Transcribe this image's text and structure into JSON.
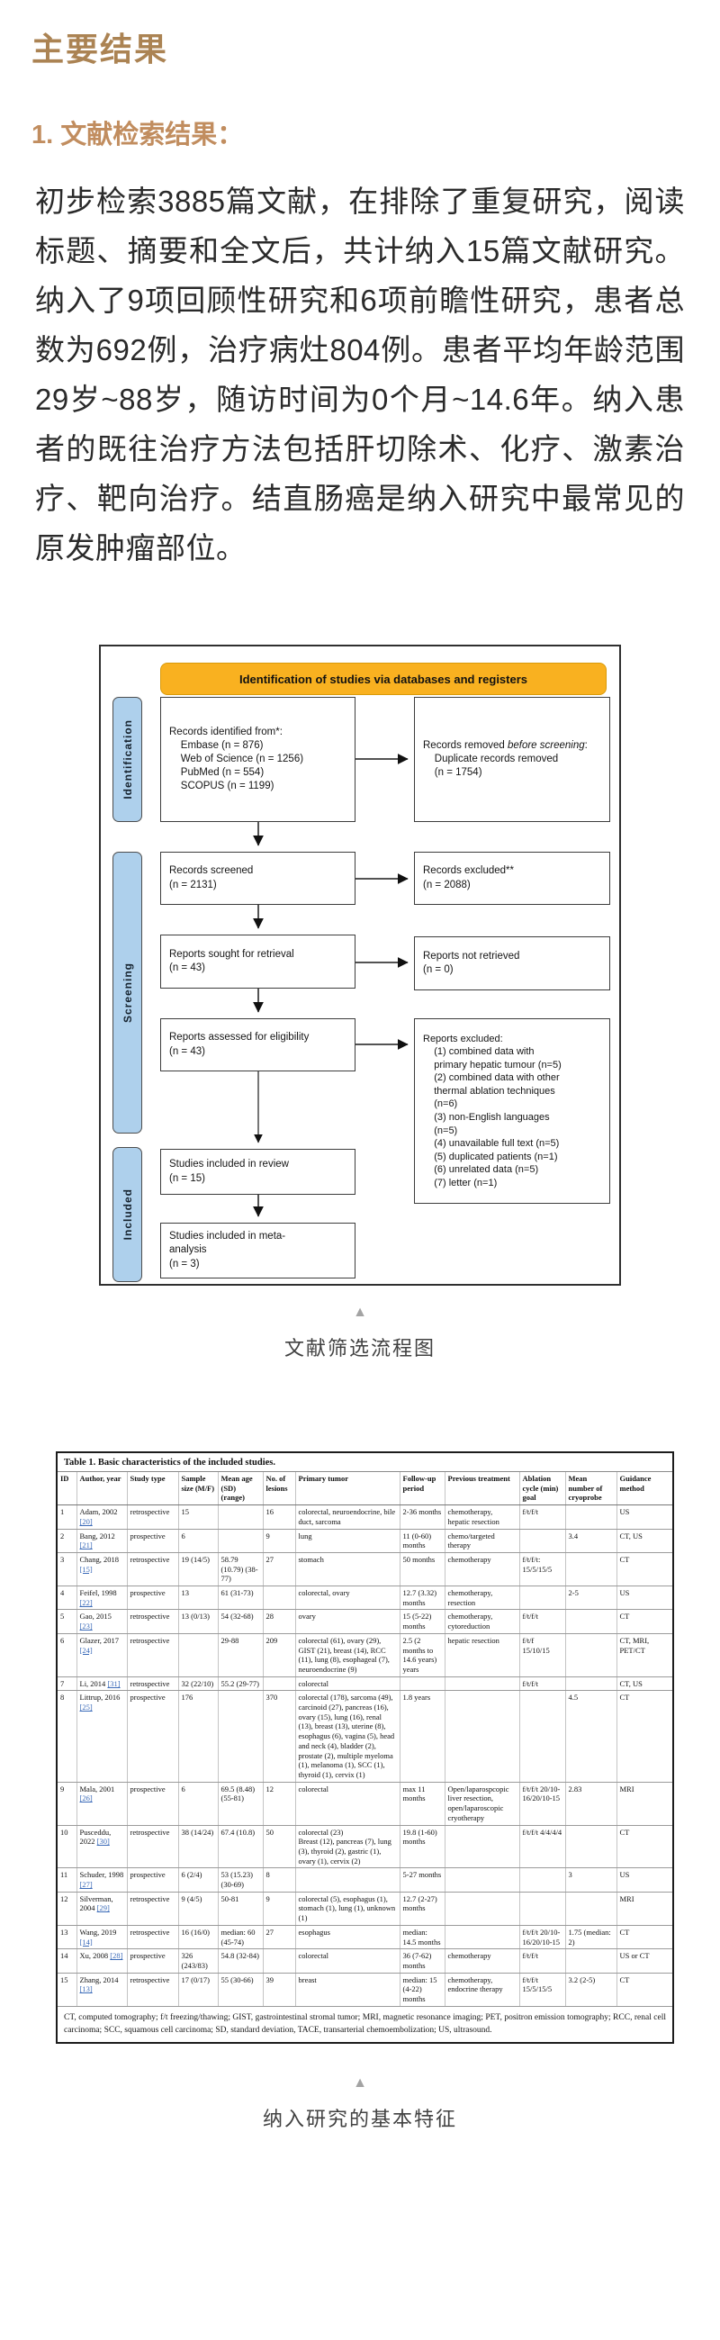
{
  "page": {
    "h1": "主要结果",
    "h2": "1. 文献检索结果：",
    "paragraph": "初步检索3885篇文献，在排除了重复研究，阅读标题、摘要和全文后，共计纳入15篇文献研究。纳入了9项回顾性研究和6项前瞻性研究，患者总数为692例，治疗病灶804例。患者平均年龄范围29岁~88岁，随访时间为0个月~14.6年。纳入患者的既往治疗方法包括肝切除术、化疗、激素治疗、靶向治疗。结直肠癌是纳入研究中最常见的原发肿瘤部位。",
    "caption_marker": "▲",
    "figure1_caption": "文献筛选流程图",
    "figure2_caption": "纳入研究的基本特征"
  },
  "colors": {
    "gold_heading": "#ab8353",
    "copper_heading": "#c18d5f",
    "prisma_orange": "#f9b120",
    "stage_blue": "#aed0ec",
    "link_blue": "#3a6ab8"
  },
  "diagram": {
    "header": "Identification of studies via databases and registers",
    "stages": [
      "Identification",
      "Screening",
      "Included"
    ],
    "records_identified": "Records identified from*:\n    Embase (n = 876)\n    Web of Science (n = 1256)\n    PubMed (n = 554)\n    SCOPUS (n = 1199)",
    "records_removed_prefix": "Records removed ",
    "records_removed_italic": "before screening",
    "records_removed_rest": ":\n    Duplicate records removed\n    (n = 1754)",
    "records_screened": "Records screened\n(n = 2131)",
    "records_excluded": "Records excluded**\n(n = 2088)",
    "reports_sought": "Reports sought for retrieval\n(n = 43)",
    "reports_not_retrieved": "Reports not retrieved\n(n = 0)",
    "reports_assessed": "Reports assessed for eligibility\n(n = 43)",
    "reports_excluded": "Reports excluded:\n    (1) combined data with\n    primary hepatic tumour (n=5)\n    (2) combined data with other\n    thermal ablation techniques\n    (n=6)\n    (3) non-English languages\n    (n=5)\n    (4) unavailable full text (n=5)\n    (5) duplicated patients (n=1)\n    (6) unrelated data (n=5)\n    (7) letter (n=1)",
    "studies_review": "Studies included in review\n(n = 15)",
    "studies_meta": "Studies included in meta-\nanalysis\n(n = 3)"
  },
  "table": {
    "title": "Table 1.  Basic characteristics of the included studies.",
    "columns": [
      "ID",
      "Author, year",
      "Study type",
      "Sample size (M/F)",
      "Mean age (SD) (range)",
      "No. of lesions",
      "Primary tumor",
      "Follow-up period",
      "Previous treatment",
      "Ablation cycle (min) goal",
      "Mean number of cryoprobe",
      "Guidance method"
    ],
    "rows": [
      {
        "id": "1",
        "author": "Adam, 2002",
        "ref": "[20]",
        "study_type": "retrospective",
        "sample": "15",
        "age": "",
        "lesions": "16",
        "tumor": "colorectal, neuroendocrine, bile duct, sarcoma",
        "followup": "2-36 months",
        "previous": "chemotherapy, hepatic resection",
        "ablation": "f/t/f/t",
        "cryoprobe": "",
        "guidance": "US"
      },
      {
        "id": "2",
        "author": "Bang, 2012",
        "ref": "[21]",
        "study_type": "prospective",
        "sample": "6",
        "age": "",
        "lesions": "9",
        "tumor": "lung",
        "followup": "11 (0-60) months",
        "previous": "chemo/targeted therapy",
        "ablation": "",
        "cryoprobe": "3.4",
        "guidance": "CT, US"
      },
      {
        "id": "3",
        "author": "Chang, 2018",
        "ref": "[15]",
        "study_type": "retrospective",
        "sample": "19 (14/5)",
        "age": "58.79 (10.79) (38-77)",
        "lesions": "27",
        "tumor": "stomach",
        "followup": "50 months",
        "previous": "chemotherapy",
        "ablation": "f/t/f/t: 15/5/15/5",
        "cryoprobe": "",
        "guidance": "CT"
      },
      {
        "id": "4",
        "author": "Feifel, 1998",
        "ref": "[22]",
        "study_type": "prospective",
        "sample": "13",
        "age": "61 (31-73)",
        "lesions": "",
        "tumor": "colorectal, ovary",
        "followup": "12.7 (3.32) months",
        "previous": "chemotherapy, resection",
        "ablation": "",
        "cryoprobe": "2-5",
        "guidance": "US"
      },
      {
        "id": "5",
        "author": "Gao, 2015",
        "ref": "[23]",
        "study_type": "retrospective",
        "sample": "13 (0/13)",
        "age": "54 (32-68)",
        "lesions": "28",
        "tumor": "ovary",
        "followup": "15 (5-22) months",
        "previous": "chemotherapy, cytoreduction",
        "ablation": "f/t/f/t",
        "cryoprobe": "",
        "guidance": "CT"
      },
      {
        "id": "6",
        "author": "Glazer, 2017",
        "ref": "[24]",
        "study_type": "retrospective",
        "sample": "",
        "age": "29-88",
        "lesions": "209",
        "tumor": "colorectal (61), ovary (29), GIST (21), breast (14), RCC (11), lung (8), esophageal (7), neuroendocrine (9)",
        "followup": "2.5 (2 months to 14.6 years) years",
        "previous": "hepatic resection",
        "ablation": "f/t/f 15/10/15",
        "cryoprobe": "",
        "guidance": "CT, MRI, PET/CT"
      },
      {
        "id": "7",
        "author": "Li, 2014",
        "ref": "[31]",
        "study_type": "retrospective",
        "sample": "32 (22/10)",
        "age": "55.2 (29-77)",
        "lesions": "",
        "tumor": "colorectal",
        "followup": "",
        "previous": "",
        "ablation": "f/t/f/t",
        "cryoprobe": "",
        "guidance": "CT, US"
      },
      {
        "id": "8",
        "author": "Littrup, 2016",
        "ref": "[25]",
        "study_type": "prospective",
        "sample": "176",
        "age": "",
        "lesions": "370",
        "tumor": "colorectal (178), sarcoma (49), carcinoid (27), pancreas (16), ovary (15), lung (16), renal (13), breast (13), uterine (8), esophagus (6), vagina (5), head and neck (4), bladder (2), prostate (2), multiple myeloma (1), melanoma (1), SCC (1), thyroid (1), cervix (1)",
        "followup": "1.8 years",
        "previous": "",
        "ablation": "",
        "cryoprobe": "4.5",
        "guidance": "CT"
      },
      {
        "id": "9",
        "author": "Mala, 2001",
        "ref": "[26]",
        "study_type": "prospective",
        "sample": "6",
        "age": "69.5 (8.48) (55-81)",
        "lesions": "12",
        "tumor": "colorectal",
        "followup": "max 11 months",
        "previous": "Open/laparospcopic liver resection, open/laparoscopic cryotherapy",
        "ablation": "f/t/f/t 20/10-16/20/10-15",
        "cryoprobe": "2.83",
        "guidance": "MRI"
      },
      {
        "id": "10",
        "author": "Pusceddu, 2022",
        "ref": "[30]",
        "study_type": "retrospective",
        "sample": "38 (14/24)",
        "age": "67.4 (10.8)",
        "lesions": "50",
        "tumor": "colorectal (23)\nBreast (12), pancreas (7), lung (3), thyroid (2), gastric (1), ovary (1), cervix (2)",
        "followup": "19.8 (1-60) months",
        "previous": "",
        "ablation": "f/t/f/t 4/4/4/4",
        "cryoprobe": "",
        "guidance": "CT"
      },
      {
        "id": "11",
        "author": "Schuder, 1998",
        "ref": "[27]",
        "study_type": "prospective",
        "sample": "6 (2/4)",
        "age": "53 (15.23) (30-69)",
        "lesions": "8",
        "tumor": "",
        "followup": "5-27 months",
        "previous": "",
        "ablation": "",
        "cryoprobe": "3",
        "guidance": "US"
      },
      {
        "id": "12",
        "author": "Silverman, 2004",
        "ref": "[29]",
        "study_type": "retrospective",
        "sample": "9 (4/5)",
        "age": "50-81",
        "lesions": "9",
        "tumor": "colorectal (5), esophagus (1), stomach (1), lung (1), unknown (1)",
        "followup": "12.7 (2-27) months",
        "previous": "",
        "ablation": "",
        "cryoprobe": "",
        "guidance": "MRI"
      },
      {
        "id": "13",
        "author": "Wang, 2019",
        "ref": "[14]",
        "study_type": "retrospective",
        "sample": "16 (16/0)",
        "age": "median: 60 (45-74)",
        "lesions": "27",
        "tumor": "esophagus",
        "followup": "median: 14.5 months",
        "previous": "",
        "ablation": "f/t/f/t 20/10-16/20/10-15",
        "cryoprobe": "1.75 (median: 2)",
        "guidance": "CT"
      },
      {
        "id": "14",
        "author": "Xu, 2008",
        "ref": "[28]",
        "study_type": "prospective",
        "sample": "326 (243/83)",
        "age": "54.8 (32-84)",
        "lesions": "",
        "tumor": "colorectal",
        "followup": "36 (7-62) months",
        "previous": "chemotherapy",
        "ablation": "f/t/f/t",
        "cryoprobe": "",
        "guidance": "US or CT"
      },
      {
        "id": "15",
        "author": "Zhang, 2014",
        "ref": "[13]",
        "study_type": "retrospective",
        "sample": "17 (0/17)",
        "age": "55 (30-66)",
        "lesions": "39",
        "tumor": "breast",
        "followup": "median: 15 (4-22) months",
        "previous": "chemotherapy, endocrine therapy",
        "ablation": "f/t/f/t 15/5/15/5",
        "cryoprobe": "3.2 (2-5)",
        "guidance": "CT"
      }
    ],
    "footnote": "CT, computed tomography; f/t freezing/thawing; GIST, gastrointestinal stromal tumor; MRI, magnetic resonance imaging; PET, positron emission tomography; RCC, renal cell carcinoma; SCC, squamous cell carcinoma; SD, standard deviation, TACE, transarterial chemoembolization; US, ultrasound."
  }
}
